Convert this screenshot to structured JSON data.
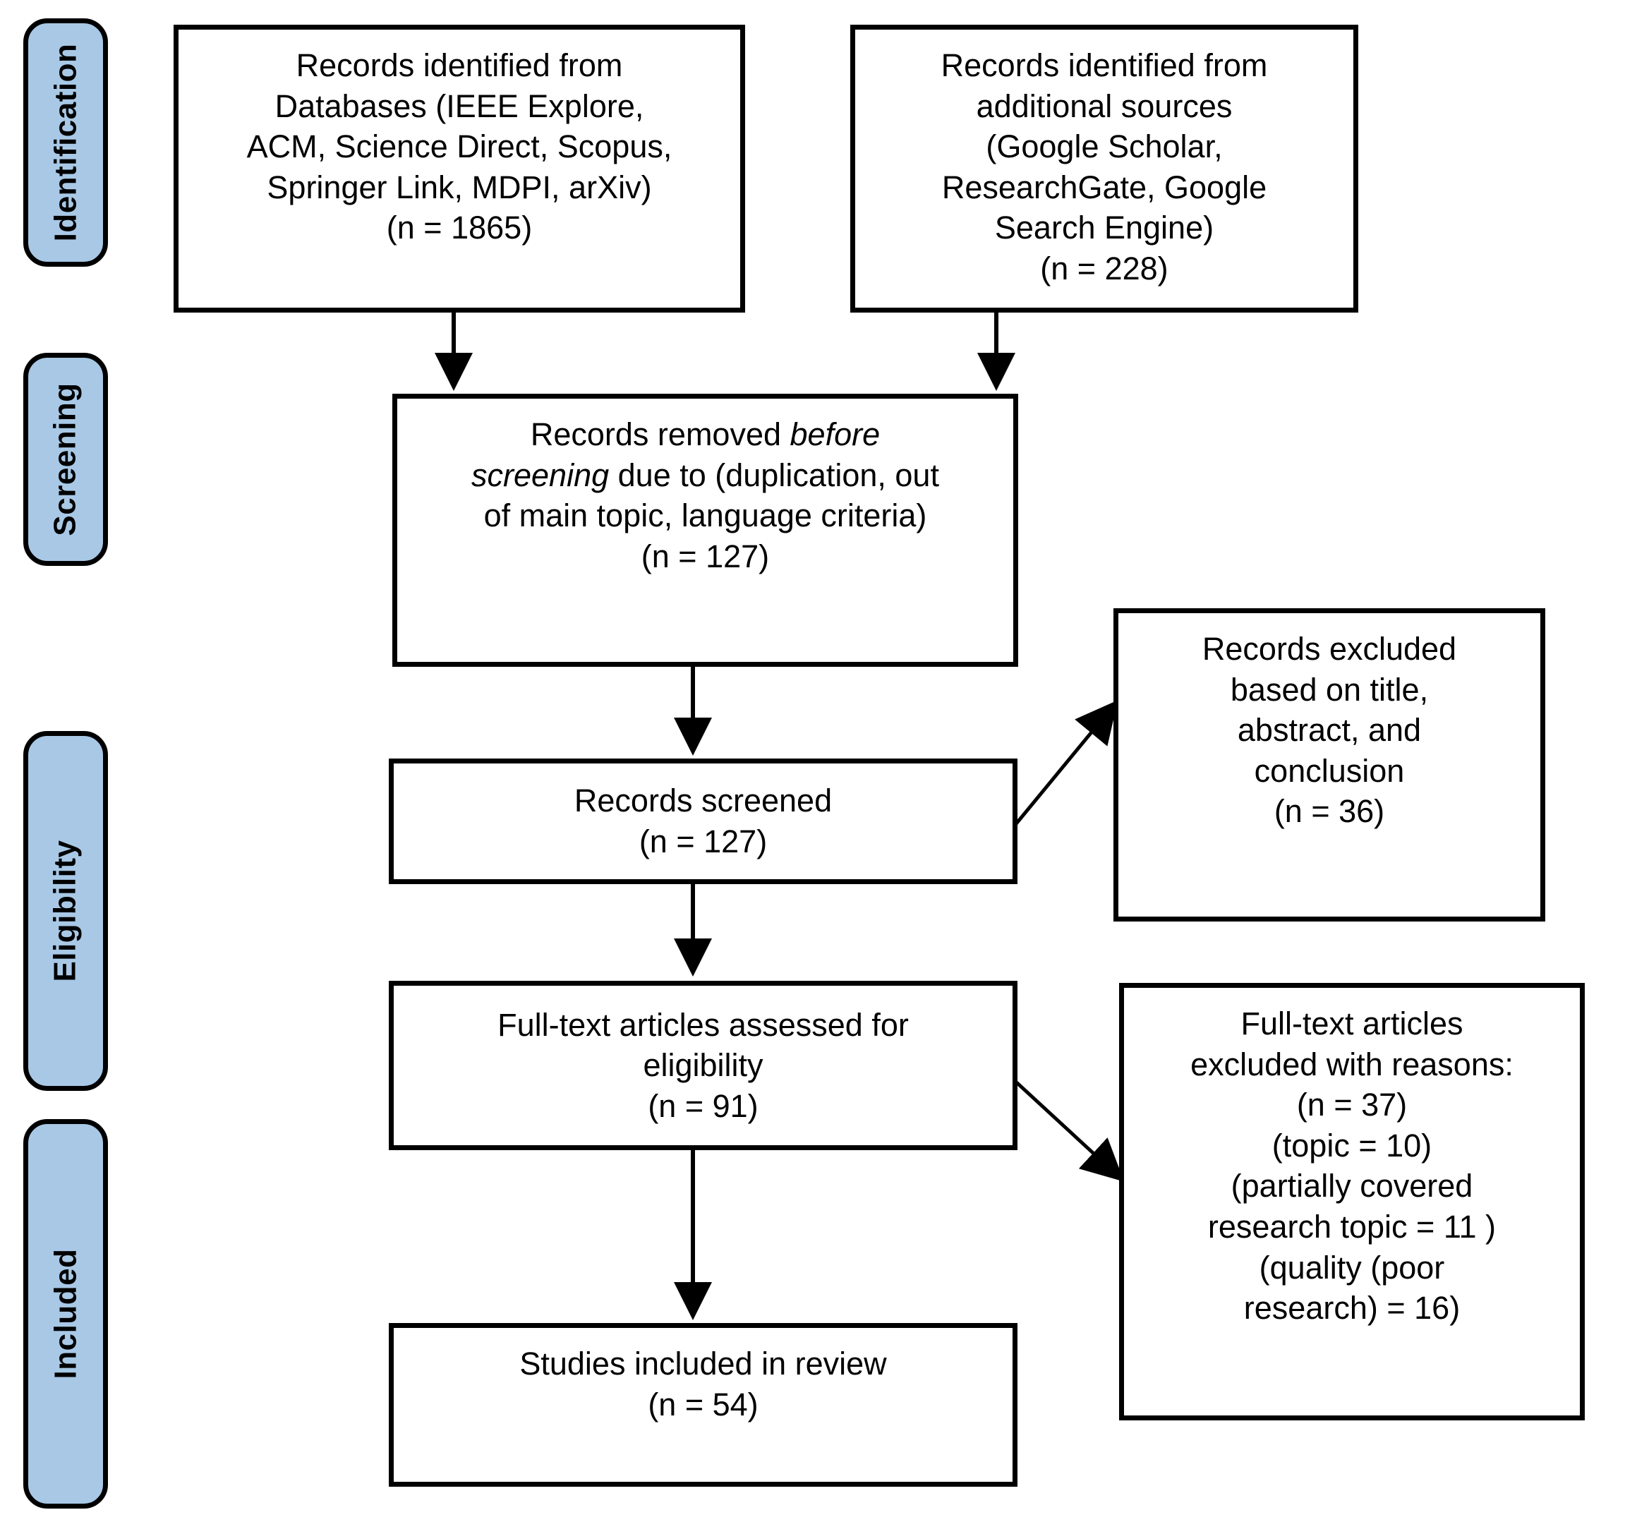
{
  "diagram": {
    "type": "prisma-flow-diagram",
    "colors": {
      "phase_fill": "#a8c8e6",
      "stroke": "#000000",
      "node_fill": "#ffffff",
      "background": "#ffffff"
    },
    "phases": [
      {
        "id": "identification",
        "label": "Identification"
      },
      {
        "id": "screening",
        "label": "Screening"
      },
      {
        "id": "eligibility",
        "label": "Eligibility"
      },
      {
        "id": "included",
        "label": "Included"
      }
    ],
    "nodes": [
      {
        "id": "records-identified-databases",
        "phase": "identification",
        "text": "Records identified from\nDatabases (IEEE Explore,\nACM, Science Direct, Scopus,\nSpringer Link, MDPI, arXiv)\n(n = 1865)",
        "count_label": "(n = 1865)",
        "count": 1865
      },
      {
        "id": "records-identified-additional",
        "phase": "identification",
        "text": "Records identified from\nadditional sources\n(Google Scholar,\nResearchGate, Google\nSearch Engine)\n(n = 228)",
        "count_label": "(n = 228)",
        "count": 228
      },
      {
        "id": "records-removed-before-screening",
        "phase": "screening",
        "text_parts": [
          {
            "t": "Records removed ",
            "style": "normal"
          },
          {
            "t": "before",
            "style": "italic"
          },
          {
            "t": "\n",
            "style": "normal"
          },
          {
            "t": "screening",
            "style": "italic"
          },
          {
            "t": " due to (duplication, out\nof main topic, language criteria)\n(n = 127)",
            "style": "normal"
          }
        ],
        "count_label": "(n = 127)",
        "count": 127
      },
      {
        "id": "records-screened",
        "phase": "screening",
        "text": "Records screened\n(n = 127)",
        "count_label": "(n = 127)",
        "count": 127
      },
      {
        "id": "records-excluded",
        "phase": "screening",
        "text": "Records excluded\nbased on title,\nabstract, and\nconclusion\n(n = 36)",
        "count_label": "(n = 36)",
        "count": 36
      },
      {
        "id": "fulltext-assessed",
        "phase": "eligibility",
        "text": "Full-text articles assessed for\neligibility\n(n = 91)",
        "count_label": "(n = 91)",
        "count": 91
      },
      {
        "id": "fulltext-excluded",
        "phase": "eligibility",
        "text": "Full-text articles\nexcluded with reasons:\n(n = 37)\n(topic = 10)\n(partially covered\nresearch topic = 11 )\n(quality (poor\nresearch) = 16)",
        "count_label": "(n = 37)",
        "count": 37,
        "reasons": [
          {
            "label": "topic",
            "value": 10
          },
          {
            "label": "partially covered research topic",
            "value": 11
          },
          {
            "label": "quality (poor research)",
            "value": 16
          }
        ]
      },
      {
        "id": "studies-included",
        "phase": "included",
        "text": "Studies included in review\n(n = 54)",
        "count_label": "(n = 54)",
        "count": 54
      }
    ],
    "edges": [
      {
        "from": "records-identified-databases",
        "to": "records-removed-before-screening",
        "kind": "vertical-arrow"
      },
      {
        "from": "records-identified-additional",
        "to": "records-removed-before-screening",
        "kind": "vertical-arrow"
      },
      {
        "from": "records-removed-before-screening",
        "to": "records-screened",
        "kind": "vertical-arrow"
      },
      {
        "from": "records-screened",
        "to": "records-excluded",
        "kind": "diagonal-arrow"
      },
      {
        "from": "records-screened",
        "to": "fulltext-assessed",
        "kind": "vertical-arrow"
      },
      {
        "from": "fulltext-assessed",
        "to": "fulltext-excluded",
        "kind": "diagonal-arrow"
      },
      {
        "from": "fulltext-assessed",
        "to": "studies-included",
        "kind": "vertical-arrow"
      }
    ]
  }
}
